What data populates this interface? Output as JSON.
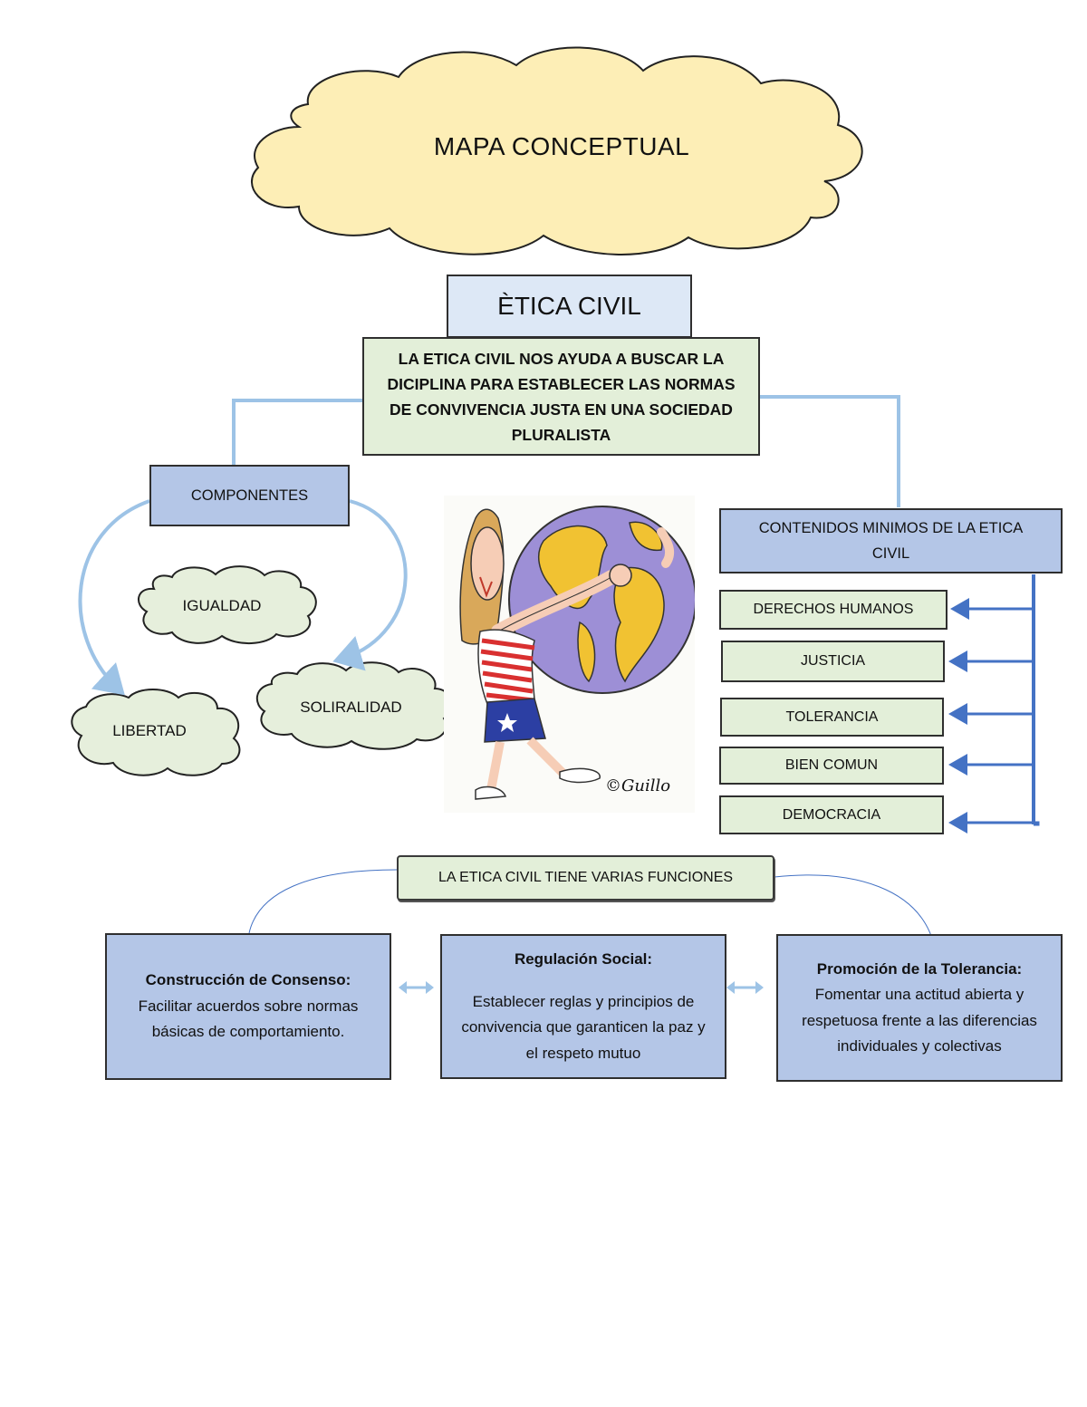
{
  "title_cloud": "MAPA CONCEPTUAL",
  "main_title": "ÈTICA CIVIL",
  "definition": "LA ETICA CIVIL NOS AYUDA A BUSCAR LA DICIPLINA PARA ESTABLECER LAS NORMAS DE CONVIVENCIA JUSTA EN UNA SOCIEDAD PLURALISTA",
  "componentes": {
    "label": "COMPONENTES",
    "items": [
      "IGUALDAD",
      "LIBERTAD",
      "SOLIRALIDAD"
    ]
  },
  "contenidos": {
    "label": "CONTENIDOS MINIMOS DE LA ETICA CIVIL",
    "items": [
      "DERECHOS HUMANOS",
      "JUSTICIA",
      "TOLERANCIA",
      "BIEN COMUN",
      "DEMOCRACIA"
    ]
  },
  "illustration": {
    "signature": "©Guillo"
  },
  "funciones": {
    "header": "LA ETICA CIVIL TIENE VARIAS FUNCIONES",
    "items": [
      {
        "title": "Construcción de Consenso:",
        "text": "Facilitar acuerdos sobre normas básicas de comportamiento."
      },
      {
        "title": "Regulación Social:",
        "text": "Establecer reglas y principios de convivencia que garanticen la paz y el respeto mutuo"
      },
      {
        "title": "Promoción de la Tolerancia:",
        "text": "Fomentar una actitud abierta y respetuosa frente a las diferencias individuales y colectivas"
      }
    ]
  },
  "colors": {
    "cloud_title": "#fdeeb6",
    "cloud_small": "#e6efdc",
    "blue_box": "#b4c6e7",
    "green_box": "#e3efd9",
    "title_box": "#dde8f6",
    "connector_light": "#9dc3e6",
    "connector_dark": "#4472c4"
  }
}
